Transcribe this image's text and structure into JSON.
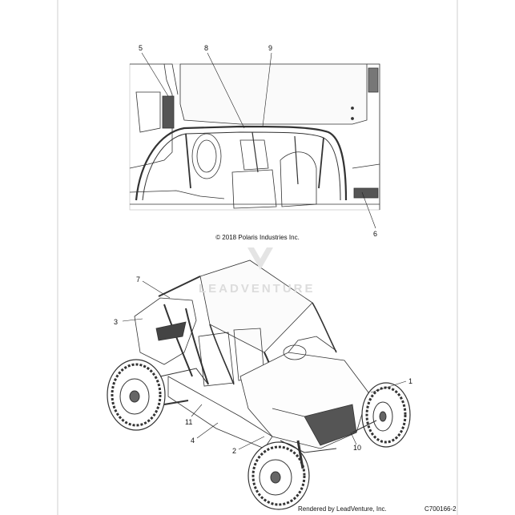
{
  "copyright": "© 2018 Polaris Industries Inc.",
  "footer": {
    "rendered_by": "Rendered by LeadVenture, Inc.",
    "diagram_code": "C700166-2"
  },
  "watermark": {
    "text": "LEADVENTURE"
  },
  "callouts": {
    "c1": "1",
    "c2": "2",
    "c3": "3",
    "c4": "4",
    "c5": "5",
    "c6": "6",
    "c7": "7",
    "c8": "8",
    "c9": "9",
    "c10": "10",
    "c11": "11"
  }
}
